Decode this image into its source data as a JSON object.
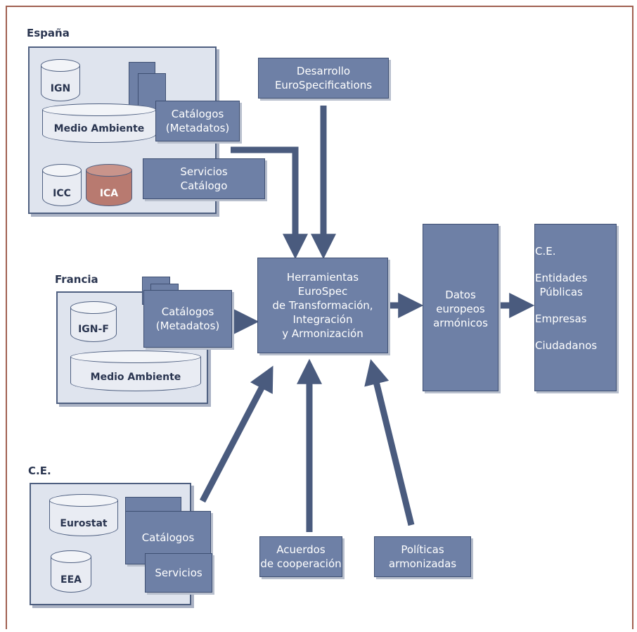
{
  "spain": {
    "title": "España",
    "ign": "IGN",
    "medio": "Medio Ambiente",
    "catalogos": "Catálogos\n(Metadatos)",
    "icc": "ICC",
    "ica": "ICA",
    "servicios": "Servicios\nCatálogo"
  },
  "france": {
    "title": "Francia",
    "ignf": "IGN-F",
    "catalogos": "Catálogos\n(Metadatos)",
    "medio": "Medio Ambiente"
  },
  "ce": {
    "title": "C.E.",
    "eurostat": "Eurostat",
    "eea": "EEA",
    "catalogos": "Catálogos",
    "servicios": "Servicios"
  },
  "desarrollo": "Desarrollo\nEuroSpecifications",
  "herramientas": "Herramientas\nEuroSpec\nde Transformación,\nIntegración\ny Armonización",
  "datos": "Datos\neuropeos\narmónicos",
  "outputs": {
    "ce": "C.E.",
    "entidades": "Entidades\nPúblicas",
    "empresas": "Empresas",
    "ciudadanos": "Ciudadanos"
  },
  "acuerdos": "Acuerdos\nde cooperación",
  "politicas": "Políticas\narmonizadas",
  "colors": {
    "box": "#6e80a6",
    "panel": "#dfe4ee",
    "arrow": "#4a5b7e",
    "ica": "#b87a70",
    "frame": "#a06050"
  }
}
